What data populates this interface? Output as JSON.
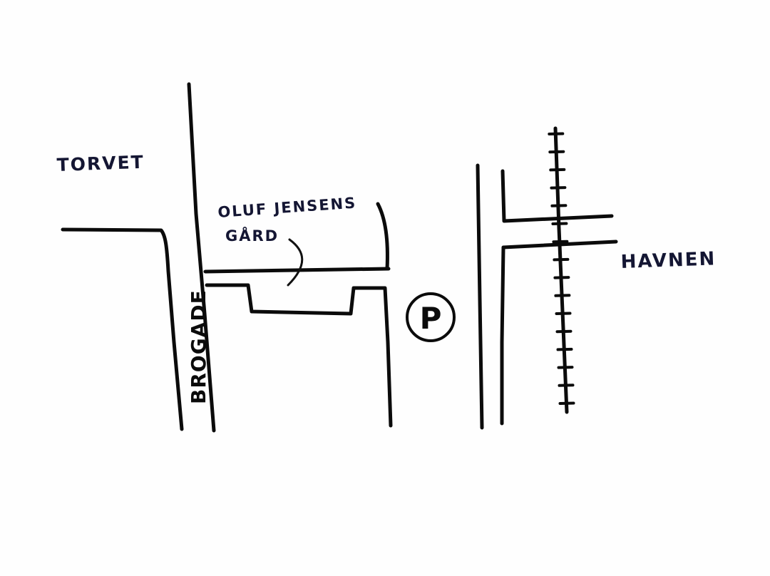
{
  "map": {
    "labels": {
      "square": "TORVET",
      "courtyard_line1": "OLUF JENSENS",
      "courtyard_line2": "GÅRD",
      "harbour": "HAVNEN",
      "street": "BROGADE"
    },
    "parking": {
      "symbol": "P",
      "icon": "parking-icon"
    },
    "railway": {
      "icon": "railway-track-icon"
    },
    "colors": {
      "ink": "#0b0b0b",
      "label_ink": "#141633",
      "paper": "#fefefe"
    }
  }
}
